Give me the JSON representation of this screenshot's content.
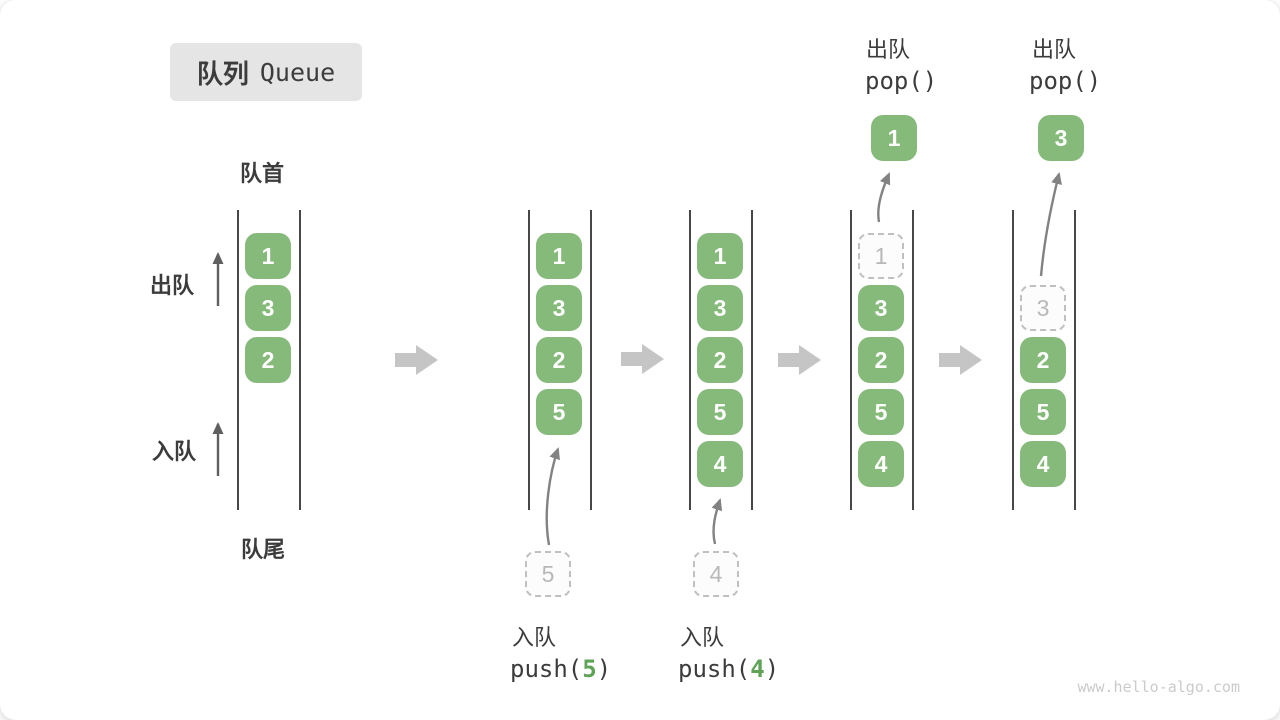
{
  "title": {
    "zh": "队列",
    "en": "Queue"
  },
  "side_labels": {
    "front": "队首",
    "rear": "队尾",
    "dequeue": "出队",
    "enqueue": "入队"
  },
  "states": [
    {
      "slots": [
        "1",
        "3",
        "2"
      ]
    },
    {
      "slots": [
        "1",
        "3",
        "2",
        "5"
      ],
      "incoming": "5",
      "op_label": "入队",
      "op_code_pre": "push(",
      "op_code_arg": "5",
      "op_code_post": ")"
    },
    {
      "slots": [
        "1",
        "3",
        "2",
        "5",
        "4"
      ],
      "incoming": "4",
      "op_label": "入队",
      "op_code_pre": "push(",
      "op_code_arg": "4",
      "op_code_post": ")"
    },
    {
      "ghost": "1",
      "slots": [
        "3",
        "2",
        "5",
        "4"
      ],
      "popped": "1",
      "op_label": "出队",
      "op_code": "pop()"
    },
    {
      "ghost": "3",
      "slots": [
        "2",
        "5",
        "4"
      ],
      "popped": "3",
      "op_label": "出队",
      "op_code": "pop()"
    }
  ],
  "watermark": "www.hello-algo.com",
  "colors": {
    "green": "#86ba7a",
    "ghost_gray": "#c0c0c0",
    "arrow_gray": "#c5c5c5",
    "text_dark": "#3c3c3c",
    "code_green": "#5fa357",
    "watermark_gray": "#cbcbcb",
    "line_dark": "#474747"
  }
}
